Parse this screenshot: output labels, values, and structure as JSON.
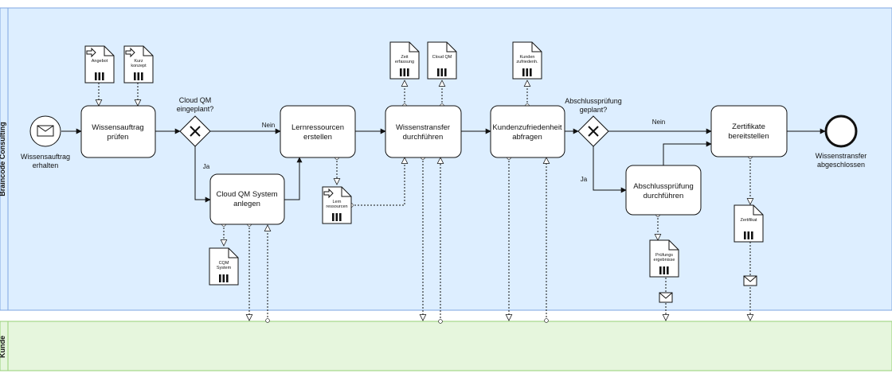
{
  "pools": {
    "consulting": {
      "name": "Braincode Consulting",
      "fill": "#ddeeff",
      "stroke": "#7ea6e0"
    },
    "kunde": {
      "name": "Kunde",
      "fill": "#e6f6dd",
      "stroke": "#97d077"
    }
  },
  "events": {
    "start": {
      "line1": "Wissensauftrag",
      "line2": "erhalten"
    },
    "end": {
      "line1": "Wissenstransfer",
      "line2": "abgeschlossen"
    }
  },
  "tasks": {
    "pruefen": {
      "line1": "Wissensauftrag",
      "line2": "prüfen"
    },
    "cqm_anlegen": {
      "line1": "Cloud QM System",
      "line2": "anlegen"
    },
    "lernressourcen": {
      "line1": "Lernressourcen",
      "line2": "erstellen"
    },
    "transfer": {
      "line1": "Wissenstransfer",
      "line2": "durchführen"
    },
    "zufriedenheit": {
      "line1": "Kundenzufriedenheit",
      "line2": "abfragen"
    },
    "abschluss": {
      "line1": "Abschlussprüfung",
      "line2": "durchführen"
    },
    "zertifikate": {
      "line1": "Zertifikate",
      "line2": "bereitstellen"
    }
  },
  "gateways": {
    "g1": {
      "line1": "Cloud QM",
      "line2": "eingeplant?"
    },
    "g2": {
      "line1": "Abschlussprüfung",
      "line2": "geplant?"
    }
  },
  "flow_labels": {
    "g1_no": "Nein",
    "g1_yes": "Ja",
    "g2_no": "Nein",
    "g2_yes": "Ja"
  },
  "data_objects": {
    "angebot": {
      "line1": "Angebot",
      "line2": ""
    },
    "kurzkonzept": {
      "line1": "Kurz",
      "line2": "konzept"
    },
    "cqm_system": {
      "line1": "CQM",
      "line2": "System"
    },
    "lernressourcen": {
      "line1": "Lern",
      "line2": "ressourcen"
    },
    "zeiterfassung": {
      "line1": "Zeit",
      "line2": "erfassung"
    },
    "cloudqm": {
      "line1": "Cloud QM",
      "line2": ""
    },
    "kundenzufriedenheit": {
      "line1": "Kunden",
      "line2": "zufriedenh."
    },
    "pruefungsergebnisse": {
      "line1": "Prüfungs",
      "line2": "ergebnisse"
    },
    "zertifikat": {
      "line1": "Zertifikat",
      "line2": ""
    }
  }
}
